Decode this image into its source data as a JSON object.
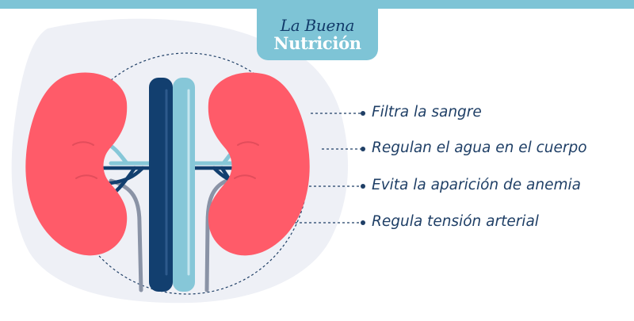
{
  "brand": {
    "line1": "La Buena",
    "line2": "Nutrición"
  },
  "functions": [
    "Filtra la sangre",
    "Regulan el agua en el cuerpo",
    "Evita la aparición de anemia",
    "Regula tensión arterial"
  ],
  "colors": {
    "accent": "#7ec4d6",
    "navy": "#1f3f66",
    "kidney": "#ff5b69",
    "vein": "#123f6f",
    "artery": "#86c7d8",
    "ureter": "#8a93a6",
    "blob": "#eef0f6"
  }
}
